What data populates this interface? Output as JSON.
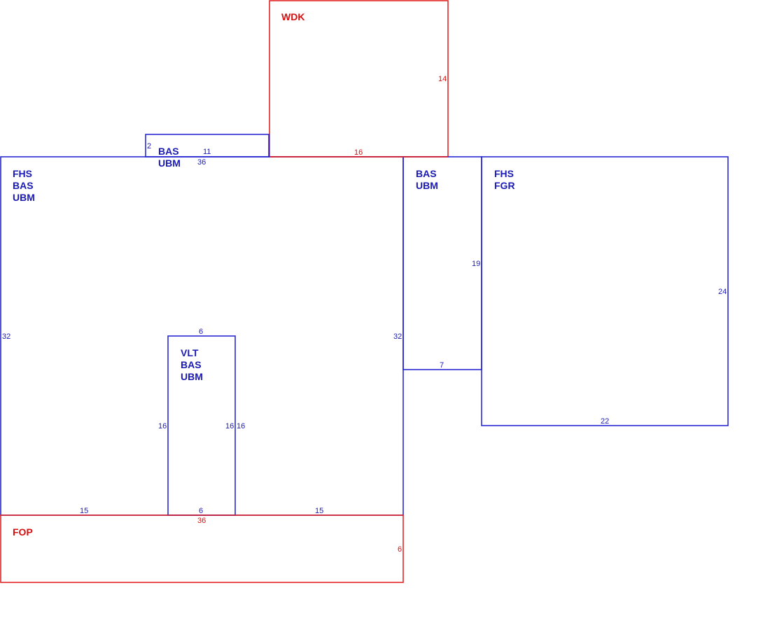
{
  "colors": {
    "blue": "#1a1ad0",
    "red": "#e01818"
  },
  "areas": {
    "wdk": {
      "lines": [
        "WDK"
      ]
    },
    "bas_small": {
      "lines": [
        "BAS",
        "UBM"
      ]
    },
    "main": {
      "lines": [
        "FHS",
        "BAS",
        "UBM"
      ]
    },
    "vlt": {
      "lines": [
        "VLT",
        "BAS",
        "UBM"
      ]
    },
    "bas_right": {
      "lines": [
        "BAS",
        "UBM"
      ]
    },
    "fgr": {
      "lines": [
        "FHS",
        "FGR"
      ]
    },
    "fop": {
      "lines": [
        "FOP"
      ]
    }
  },
  "dims": {
    "wdk_right": "14",
    "wdk_bottom": "16",
    "bas_small_left": "2",
    "bas_small_top": "11",
    "main_top": "36",
    "main_left": "32",
    "main_right": "32",
    "vlt_top": "6",
    "vlt_left": "16",
    "vlt_right_in": "16",
    "vlt_right_out": "16",
    "vlt_bottom": "6",
    "main_bottom_left": "15",
    "main_bottom_right": "15",
    "fop_top": "36",
    "fop_right": "6",
    "bas_right_right": "19",
    "bas_right_bottom": "7",
    "fgr_right": "24",
    "fgr_bottom": "22"
  }
}
